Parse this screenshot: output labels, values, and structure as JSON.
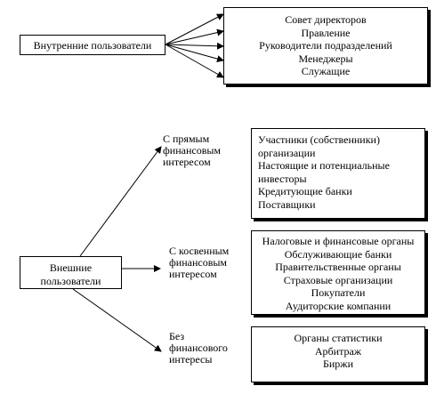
{
  "internal": {
    "source": "Внутренние пользователи",
    "targets": [
      "Совет директоров",
      "Правление",
      "Руководители подразделений",
      "Менеджеры",
      "Служащие"
    ]
  },
  "external": {
    "source_line1": "Внешние",
    "source_line2": "пользователи",
    "groups": [
      {
        "label": [
          "С прямым",
          "финансовым",
          "интересом"
        ],
        "items": [
          "Участники (собственники)",
          "организации",
          "Настоящие и потенциальные",
          "инвесторы",
          "Кредитующие банки",
          "Поставщики"
        ]
      },
      {
        "label": [
          "С косвенным",
          "финансовым",
          "интересом"
        ],
        "items": [
          "Налоговые и финансовые органы",
          "Обслуживающие банки",
          "Правительственные органы",
          "Страховые организации",
          "Покупатели",
          "Аудиторские компании"
        ]
      },
      {
        "label": [
          "Без",
          "финансового",
          "интересы"
        ],
        "items": [
          "Органы статистики",
          "Арбитраж",
          "Биржи"
        ]
      }
    ]
  }
}
